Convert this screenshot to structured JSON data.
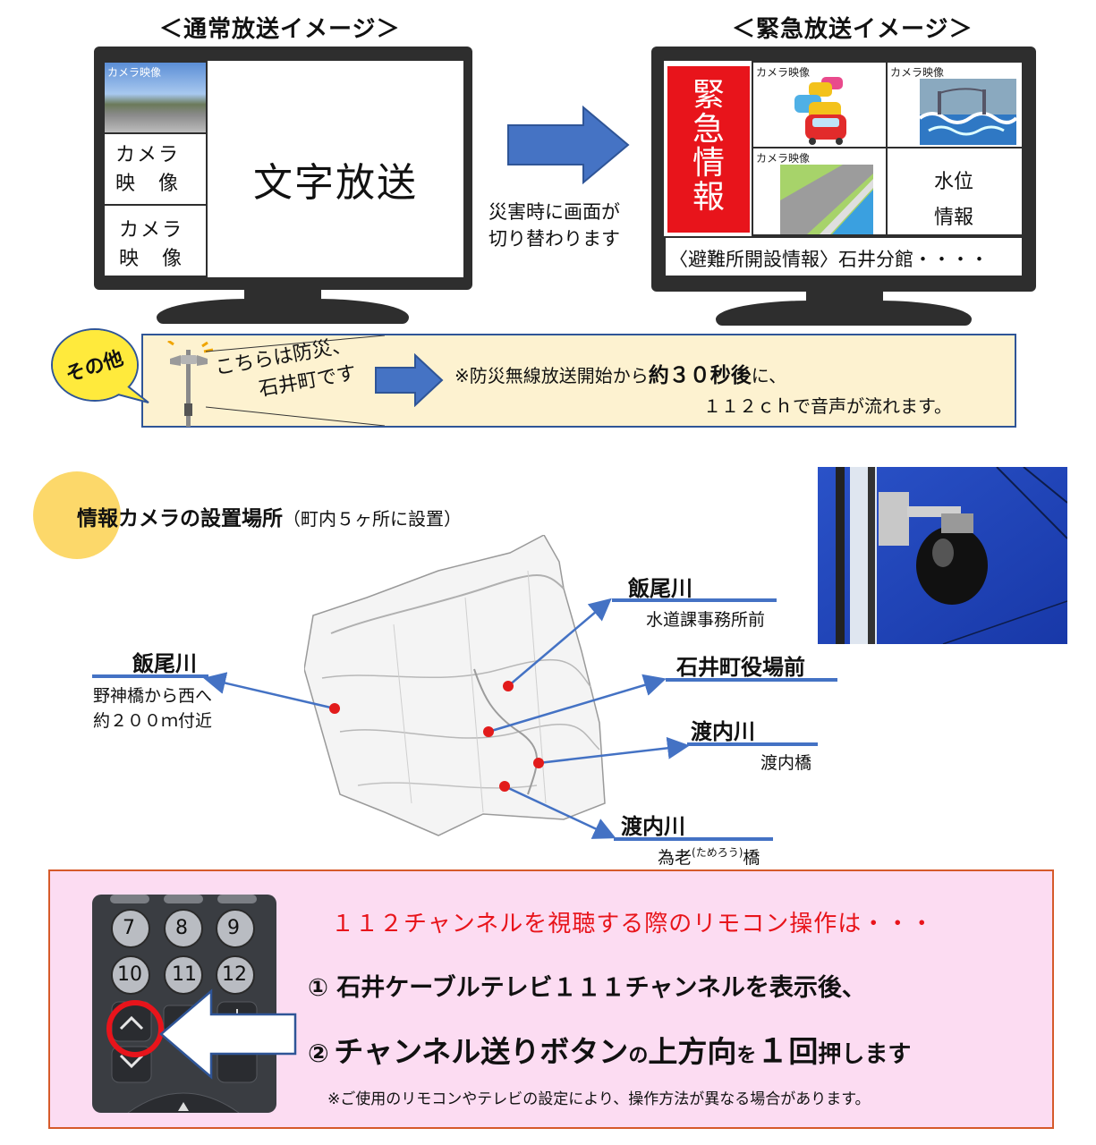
{
  "normal": {
    "heading": "＜通常放送イメージ＞",
    "camera_label": "カメラ映像",
    "cell_camera_1_line1": "カメラ",
    "cell_camera_1_line2": "映　像",
    "cell_camera_2_line1": "カメラ",
    "cell_camera_2_line2": "映　像",
    "main_text": "文字放送"
  },
  "transition": {
    "caption_line1": "災害時に画面が",
    "caption_line2": "切り替わります"
  },
  "emergency": {
    "heading": "＜緊急放送イメージ＞",
    "banner": "緊急情報",
    "cam_label_1": "カメラ映像",
    "cam_label_2": "カメラ映像",
    "cam_label_3": "カメラ映像",
    "water_line1": "水位",
    "water_line2": "情報",
    "ticker": "〈避難所開設情報〉石井分館・・・・",
    "banner_color": "#e8141b"
  },
  "other": {
    "badge": "その他",
    "speech_line1": "こちらは防災、",
    "speech_line2": "石井町です",
    "notice_prefix": "※防災無線放送開始から",
    "notice_highlight": "約３０秒後",
    "notice_suffix": "に、",
    "notice_line2": "１１２ｃｈで音声が流れます。",
    "box_color": "#fdf2d0",
    "border_color": "#2f5597"
  },
  "cameras_section": {
    "title": "情報カメラの設置場所",
    "subtitle": "（町内５ヶ所に設置）",
    "locations": [
      {
        "name": "飯尾川",
        "detail_1": "野神橋から西へ",
        "detail_2": "約２００ｍ付近"
      },
      {
        "name": "飯尾川",
        "detail": "水道課事務所前"
      },
      {
        "name": "石井町役場前"
      },
      {
        "name": "渡内川",
        "detail": "渡内橋"
      },
      {
        "name": "渡内川",
        "detail_main": "為老",
        "detail_ruby": "(ためろう)",
        "detail_end": "橋"
      }
    ],
    "marker_color": "#e21b1b",
    "line_color": "#4472c4"
  },
  "remote": {
    "heading": "１１２チャンネルを視聴する際のリモコン操作は・・・",
    "step1": "① 石井ケーブルテレビ１１１チャンネルを表示後、",
    "step2_num": "②",
    "step2_a": "チャンネル送りボタン",
    "step2_b": "の",
    "step2_c": "上方向",
    "step2_d": "を",
    "step2_e": "１",
    "step2_f": "回",
    "step2_g": "押します",
    "note": "※ご使用のリモコンやテレビの設定により、操作方法が異なる場合があります。",
    "keys": [
      "7",
      "8",
      "9",
      "10",
      "11",
      "12"
    ],
    "bg_color": "#fcdcf2",
    "heading_color": "#e8141b"
  }
}
